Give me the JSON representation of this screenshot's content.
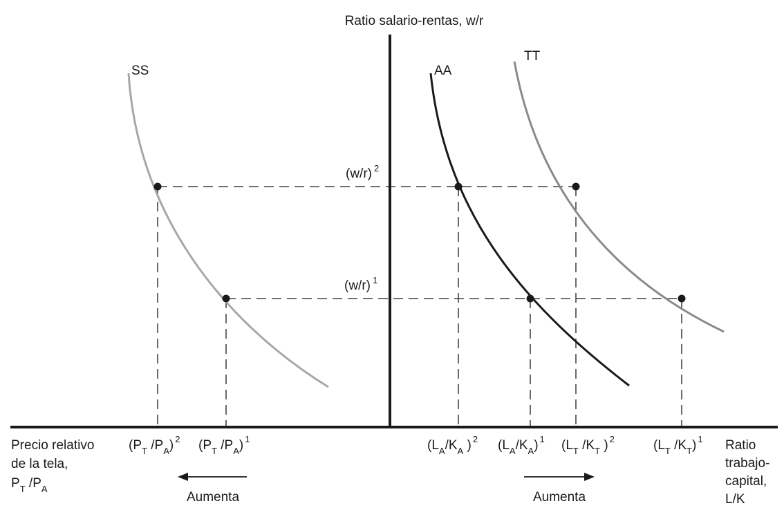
{
  "y_axis_label": "Ratio salario-rentas, w/r",
  "curves": {
    "ss": {
      "name": "SS",
      "color": "#a8a8a8"
    },
    "aa": {
      "name": "AA",
      "color": "#1a1a1a"
    },
    "tt": {
      "name": "TT",
      "color": "#8a8a8a"
    }
  },
  "levels": {
    "wr2": {
      "base": "(w/r)",
      "sup": "2"
    },
    "wr1": {
      "base": "(w/r)",
      "sup": "1"
    }
  },
  "x_left_label": {
    "line1": "Precio relativo",
    "line2": "de la tela,",
    "line3_base": "P",
    "line3_sub1": "T",
    "line3_mid": " /P",
    "line3_sub2": "A"
  },
  "x_right_label": {
    "line1": "Ratio",
    "line2": "trabajo-",
    "line3": "capital,",
    "line4": "L/K"
  },
  "ticks": {
    "pt_pa_2": {
      "open": "(P",
      "sub1": "T",
      "mid": " /P",
      "sub2": "A",
      "close": ")",
      "sup": "2"
    },
    "pt_pa_1": {
      "open": "(P",
      "sub1": "T",
      "mid": " /P",
      "sub2": "A",
      "close": ")",
      "sup": "1"
    },
    "la_ka_2": {
      "open": "(L",
      "sub1": "A",
      "mid": "/K",
      "sub2": "A",
      "close": " )",
      "sup": "2"
    },
    "la_ka_1": {
      "open": "(L",
      "sub1": "A",
      "mid": "/K",
      "sub2": "A",
      "close": ")",
      "sup": "1"
    },
    "lt_kt_2": {
      "open": "(L",
      "sub1": "T",
      "mid": " /K",
      "sub2": "T",
      "close": " )",
      "sup": "2"
    },
    "lt_kt_1": {
      "open": "(L",
      "sub1": "T",
      "mid": " /K",
      "sub2": "T",
      "close": ")",
      "sup": "1"
    }
  },
  "arrows": {
    "left": {
      "label": "Aumenta",
      "direction": "left"
    },
    "right": {
      "label": "Aumenta",
      "direction": "right"
    }
  }
}
